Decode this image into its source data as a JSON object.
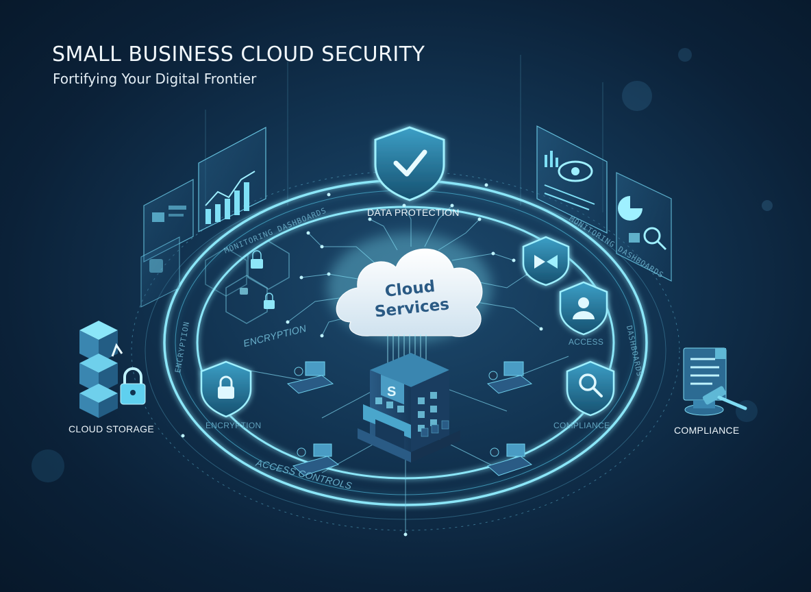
{
  "header": {
    "title": "SMALL BUSINESS CLOUD SECURITY",
    "subtitle": "Fortifying Your Digital Frontier"
  },
  "center": {
    "cloud_line1": "Cloud",
    "cloud_line2": "Services",
    "building_letter": "S"
  },
  "labels": {
    "data_protection": "DATA PROTECTION",
    "cloud_storage": "CLOUD STORAGE",
    "compliance": "COMPLIANCE",
    "encryption": "ENCRYPTION",
    "access_controls": "ACCESS CONTROLS",
    "encryption_ring": "ENCRYPTION",
    "compliance_ring": "COMPLIANCE",
    "access_ring": "ACCESS",
    "monitoring_left": "MONITORING DASHBOARDS",
    "monitoring_right": "MONITORING DASHBOARDS",
    "right_ring": "DASHBOARDS",
    "left_ring": "ENCRYPTION"
  },
  "icons": [
    "shield-check-icon",
    "shield-lock-icon",
    "shield-user-icon",
    "shield-search-icon",
    "shield-chevron-icon",
    "cloud-icon",
    "building-icon",
    "storage-stack-icon",
    "padlock-icon",
    "gavel-icon",
    "document-icon",
    "padlock-cluster-icon"
  ],
  "colors": {
    "accent": "#5fd4ef",
    "ring": "#7fe3f7",
    "background": "#0f2a45",
    "cloud": "#eef4fa"
  }
}
